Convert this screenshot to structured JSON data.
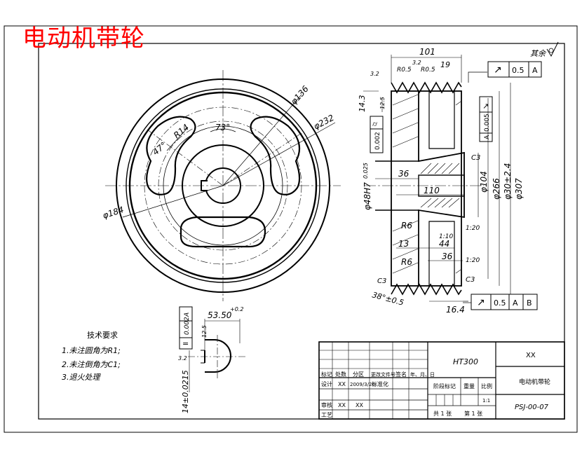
{
  "title": "电动机带轮",
  "front_view": {
    "dims": [
      "φ136",
      "φ232",
      "73°",
      "47°",
      "R14",
      "φ184"
    ]
  },
  "section_view": {
    "dims": [
      "101",
      "19",
      "R0.5",
      "R0.5",
      "3.2",
      "3.2",
      "14.3",
      "φ307",
      "φ30±2.4",
      "φ266",
      "φ104",
      "36",
      "110",
      "13",
      "44",
      "36",
      "R6",
      "R6",
      "C3",
      "C3",
      "C3",
      "16.4",
      "38°±0.5",
      "φ48H7",
      "0.025",
      "1:20",
      "1:10",
      "1:20",
      "12.5"
    ],
    "roughness_note": "其余",
    "gdt": [
      {
        "symbol": "↗",
        "value": "0.5",
        "datum": "A"
      },
      {
        "symbol": "↗",
        "value": "0.5",
        "datum": "A",
        "datum2": "B"
      },
      {
        "symbol": "↗",
        "value": "0.005",
        "datum": "A"
      },
      {
        "symbol": "⌭",
        "value": "0.002"
      }
    ]
  },
  "keyway_view": {
    "dims": [
      "53.50",
      "+0.2",
      "14±0.0215",
      "3.2",
      "12.5"
    ],
    "gdt": {
      "symbol": "=",
      "value": "0.002",
      "datum": "A"
    }
  },
  "tech_requirements": {
    "title": "技术要求",
    "items": [
      "1.未注圆角为R1;",
      "2.未注倒角为C1;",
      "3.退火处理"
    ]
  },
  "title_block": {
    "material": "HT300",
    "company": "XX",
    "part_name": "电动机带轮",
    "drawing_no": "PSJ-00-07",
    "row_labels": [
      "标记",
      "处数",
      "分区",
      "更改文件号",
      "签名",
      "年、月、日"
    ],
    "designer_label": "设计",
    "designer": "XX",
    "date": "2009/3/20",
    "std_label": "标准化",
    "reviewer_label": "审核",
    "reviewer": "XX",
    "reviewer2": "XX",
    "process_label": "工艺",
    "stage_label": "阶段标记",
    "weight_label": "重量",
    "scale_label": "比例",
    "scale": "1:1",
    "sheets_label": "共 1 张",
    "sheet_label": "第 1 张"
  },
  "colors": {
    "title": "#ff0000",
    "line": "#000000",
    "center": "#000000"
  }
}
